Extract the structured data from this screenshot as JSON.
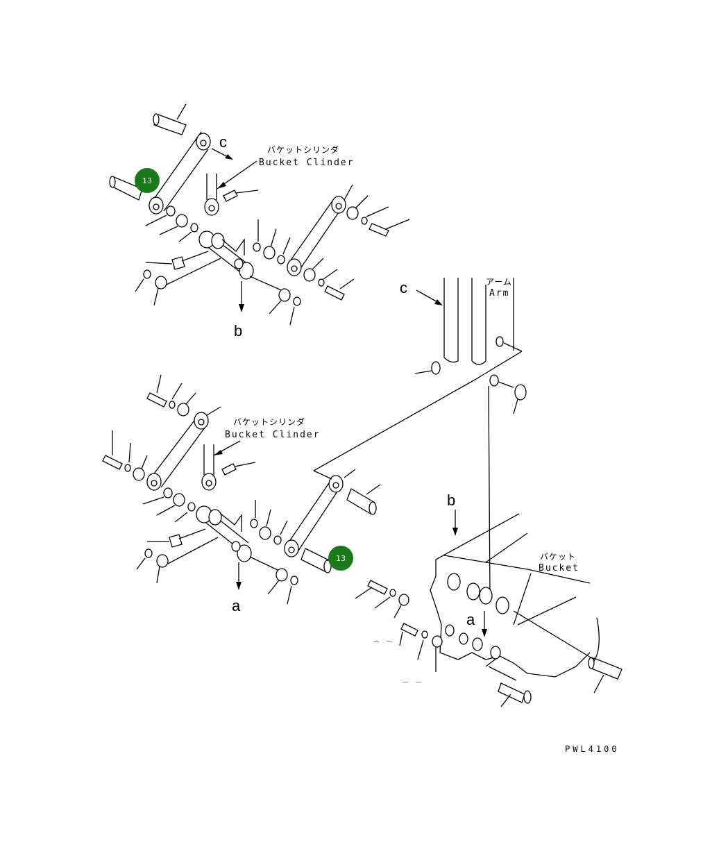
{
  "diagram": {
    "drawing_code": "PWL4100",
    "badge_color": "#1a7a1a",
    "labels": {
      "upper": {
        "bucket_cyl_jp": "バケットシリンダ",
        "bucket_cyl_en": "Bucket Clinder",
        "c": "c",
        "b": "b"
      },
      "lower": {
        "bucket_cyl_jp": "バケットシリンダ",
        "bucket_cyl_en": "Bucket Clinder",
        "a": "a"
      },
      "arm": {
        "jp": "アーム",
        "en": "Arm",
        "c": "c"
      },
      "bucket": {
        "jp": "バケット",
        "en": "Bucket",
        "b": "b",
        "a": "a"
      }
    },
    "callouts": [
      {
        "number": "13",
        "target": "upper-pin"
      },
      {
        "number": "13",
        "target": "lower-pin"
      }
    ]
  }
}
